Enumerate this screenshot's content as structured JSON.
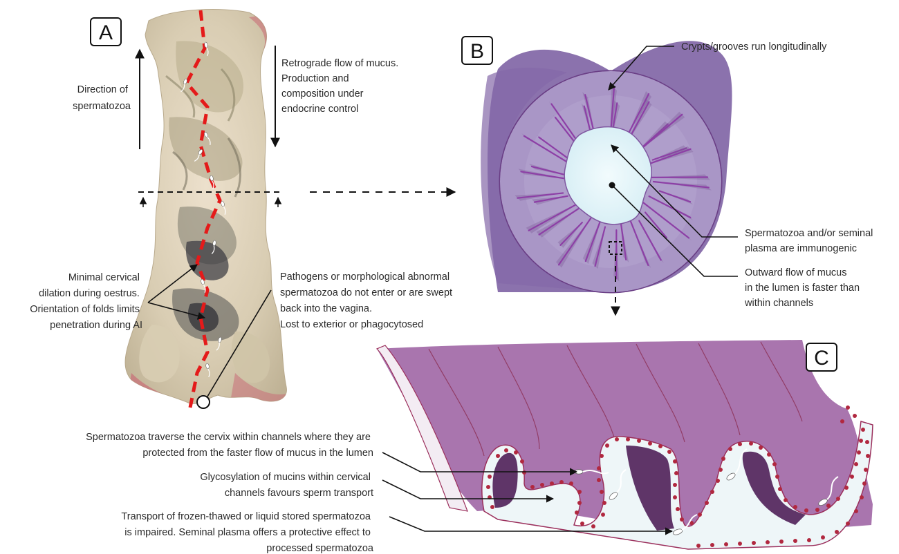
{
  "panels": {
    "a": {
      "letter": "A",
      "direction_label": [
        "Direction of",
        "spermatozoa"
      ],
      "retrograde_label": [
        "Retrograde flow of mucus.",
        "Production and",
        "composition under",
        "endocrine control"
      ],
      "dilation_label": [
        "Minimal cervical",
        "dilation during oestrus.",
        "Orientation of folds limits",
        "penetration during AI"
      ],
      "pathogens_label": [
        "Pathogens or morphological abnormal",
        "spermatozoa do not enter or are swept",
        "back into the vagina.",
        "Lost to exterior or phagocytosed"
      ]
    },
    "b": {
      "letter": "B",
      "crypts_label": [
        "Crypts/grooves run longitudinally"
      ],
      "immunogenic_label": [
        "Spermatozoa and/or seminal",
        "plasma are immunogenic"
      ],
      "outward_label": [
        "Outward flow of mucus",
        "in the lumen is faster than",
        "within channels"
      ]
    },
    "c": {
      "letter": "C",
      "channels_label": [
        "Spermatozoa traverse the cervix within channels where they are",
        "protected from the faster flow of mucus in the lumen"
      ],
      "glyco_label": [
        "Glycosylation of mucins within cervical",
        "channels favours sperm transport"
      ],
      "transport_label": [
        "Transport of frozen-thawed or liquid stored spermatozoa",
        "is impaired. Seminal plasma offers a protective effect to",
        "processed spermatozoa"
      ]
    }
  },
  "colors": {
    "tissue_base": "#e3d6c0",
    "tissue_shadow": "#8c8468",
    "tissue_dark": "#3c3c44",
    "tissue_pink": "#c96e78",
    "red_path": "#e41a1a",
    "cylinder_outer": "#8b72ad",
    "cross_section": "#a996c6",
    "lumen": "#e6f4f9",
    "crypt_line": "#8d3fa6",
    "fold_purple": "#b07ab7",
    "fold_dark": "#5f3568",
    "epithelium": "#eef6f8",
    "nucleus": "#b1283f"
  }
}
